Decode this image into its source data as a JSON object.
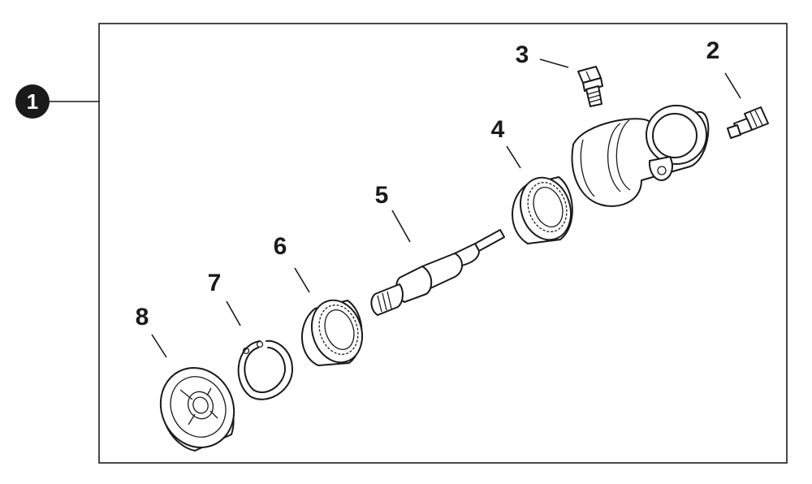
{
  "assembly": {
    "badge_label": "1",
    "colors": {
      "ink": "#1a1a1a",
      "background": "#ffffff"
    }
  },
  "callouts": [
    {
      "id": "p2",
      "label": "2",
      "part": "banjo-bolt-fitting"
    },
    {
      "id": "p3",
      "label": "3",
      "part": "bleeder-screw"
    },
    {
      "id": "p4",
      "label": "4",
      "part": "bearing-upper"
    },
    {
      "id": "p5",
      "label": "5",
      "part": "shaft"
    },
    {
      "id": "p6",
      "label": "6",
      "part": "bearing-lower"
    },
    {
      "id": "p7",
      "label": "7",
      "part": "snap-ring"
    },
    {
      "id": "p8",
      "label": "8",
      "part": "cap"
    }
  ]
}
